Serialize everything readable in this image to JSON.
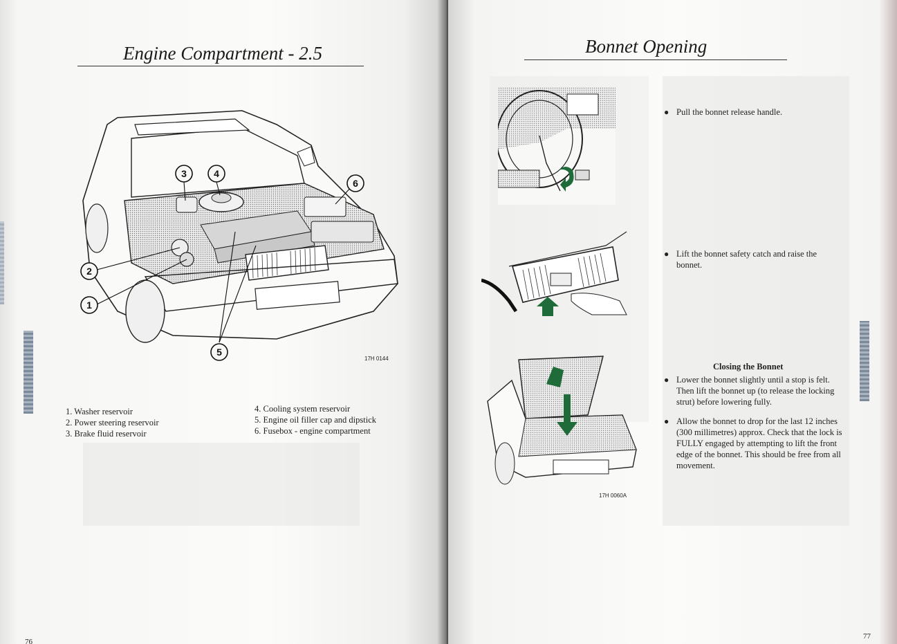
{
  "left_page": {
    "title": "Engine Compartment - 2.5",
    "figure_ref": "17H 0144",
    "callouts": [
      "1",
      "2",
      "3",
      "4",
      "5",
      "6"
    ],
    "captions_col1": [
      "1. Washer reservoir",
      "2. Power steering reservoir",
      "3. Brake fluid reservoir"
    ],
    "captions_col2": [
      "4. Cooling system reservoir",
      "5. Engine oil filler cap and dipstick",
      "6. Fusebox - engine compartment"
    ],
    "page_number": "76"
  },
  "right_page": {
    "title": "Bonnet Opening",
    "step1": "Pull the bonnet release handle.",
    "step2": "Lift the bonnet safety catch and raise the bonnet.",
    "closing_heading": "Closing the Bonnet",
    "closing_step1": "Lower the bonnet slightly until a stop is felt. Then lift the bonnet up (to release the locking strut) before lowering fully.",
    "closing_step2": "Allow the bonnet to drop for the last 12 inches (300 millimetres) approx. Check that the lock is FULLY engaged by attempting to lift the front edge of the bonnet. This should be free from all movement.",
    "figure_ref": "17H 0060A",
    "page_number": "77",
    "bullet_glyph": "●"
  },
  "colors": {
    "arrow_green": "#1f6b3a",
    "ink": "#222222",
    "tab_blue": "#8a9aa8"
  }
}
